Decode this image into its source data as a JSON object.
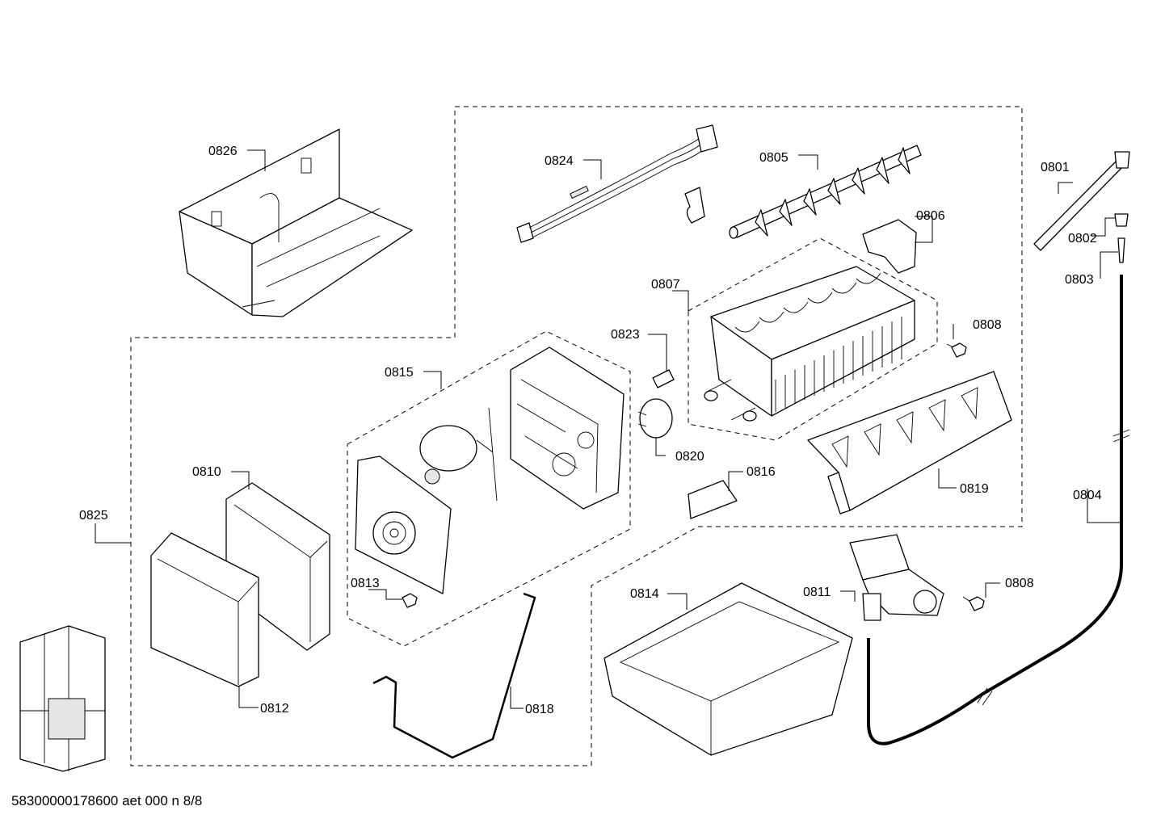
{
  "document_code": "58300000178600 aet 000 n 8/8",
  "labels": {
    "p0801": "0801",
    "p0802": "0802",
    "p0803": "0803",
    "p0804": "0804",
    "p0805": "0805",
    "p0806": "0806",
    "p0807": "0807",
    "p0808a": "0808",
    "p0808b": "0808",
    "p0810": "0810",
    "p0811": "0811",
    "p0812": "0812",
    "p0813": "0813",
    "p0814": "0814",
    "p0815": "0815",
    "p0816": "0816",
    "p0818": "0818",
    "p0819": "0819",
    "p0820": "0820",
    "p0823": "0823",
    "p0824": "0824",
    "p0825": "0825",
    "p0826": "0826"
  }
}
